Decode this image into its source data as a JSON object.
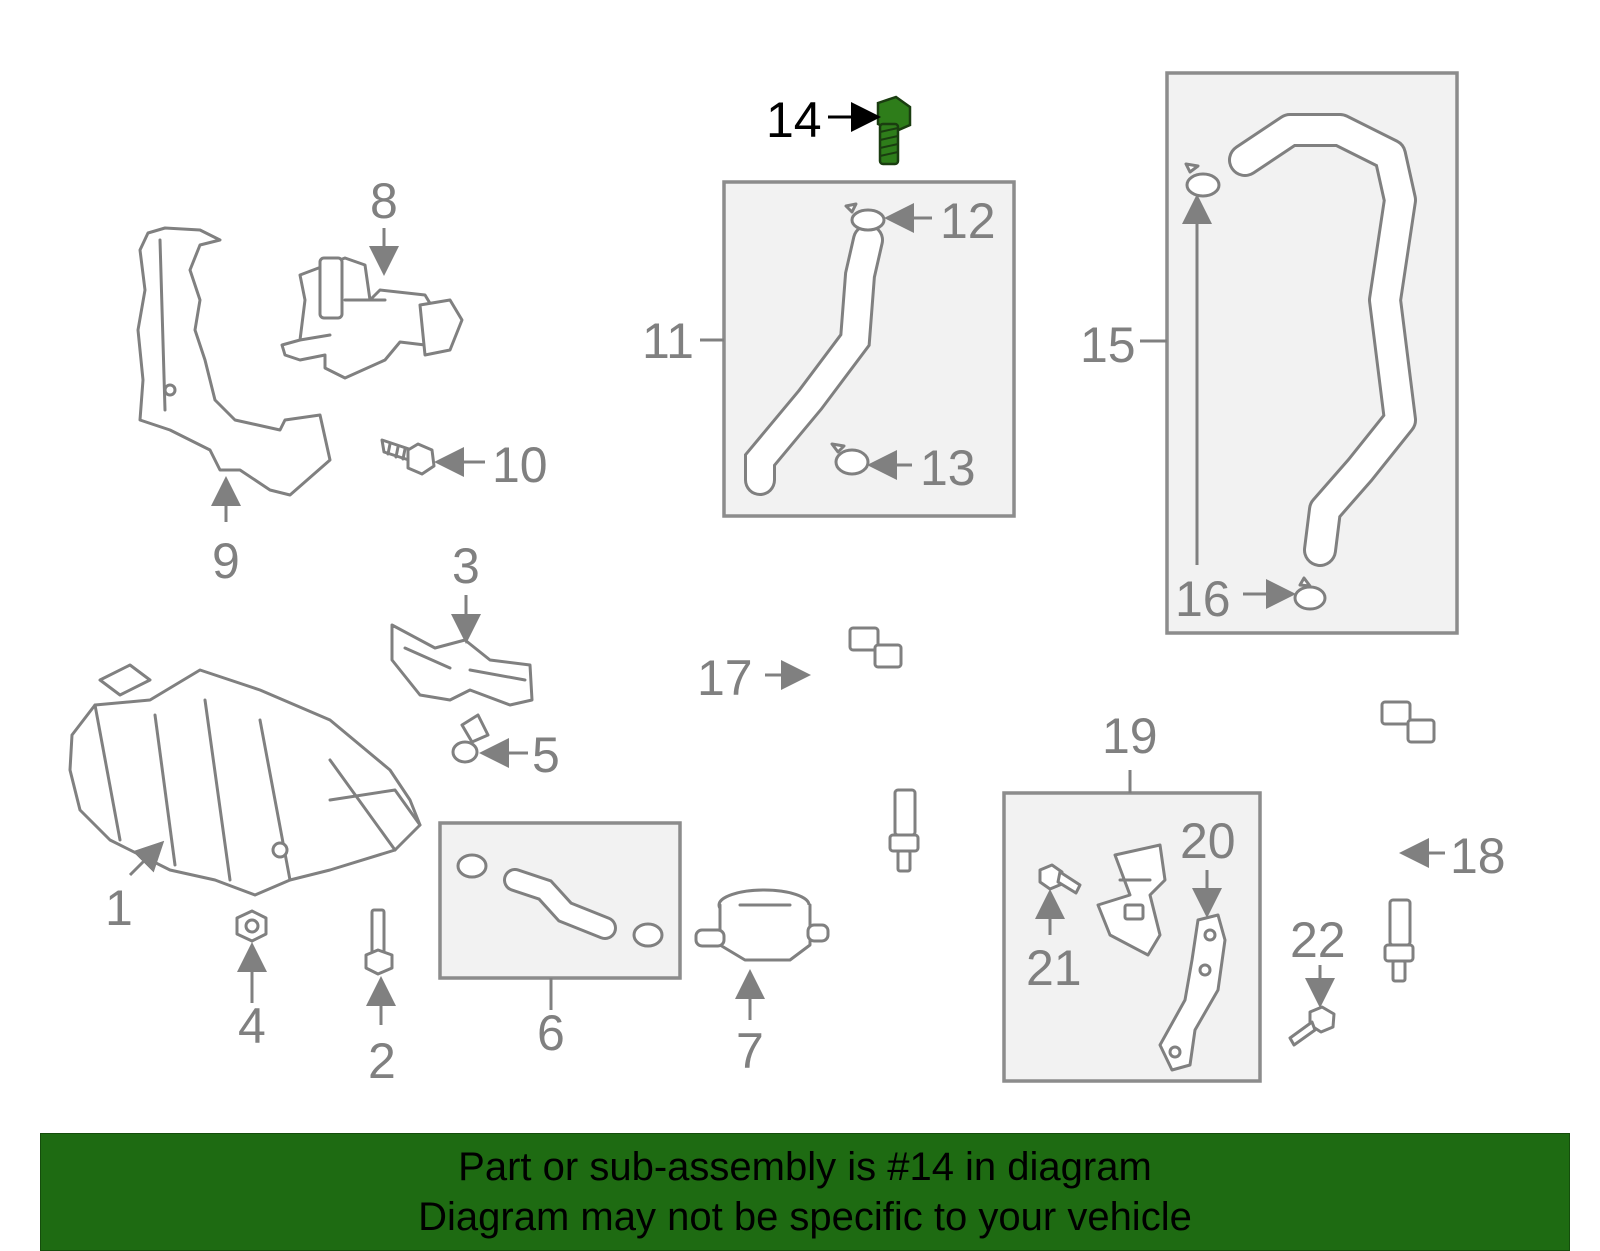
{
  "callouts": {
    "c1": "1",
    "c2": "2",
    "c3": "3",
    "c4": "4",
    "c5": "5",
    "c6": "6",
    "c7": "7",
    "c8": "8",
    "c9": "9",
    "c10": "10",
    "c11": "11",
    "c12": "12",
    "c13": "13",
    "c14": "14",
    "c15": "15",
    "c16": "16",
    "c17": "17",
    "c18": "18",
    "c19": "19",
    "c20": "20",
    "c21": "21",
    "c22": "22"
  },
  "highlighted_part": "14",
  "colors": {
    "highlight": "#2e7d1a",
    "banner": "#1e6b12",
    "parts": "#808080"
  },
  "banner": {
    "line1": "Part or sub-assembly is #14 in diagram",
    "line2": "Diagram may not be specific to your vehicle"
  }
}
